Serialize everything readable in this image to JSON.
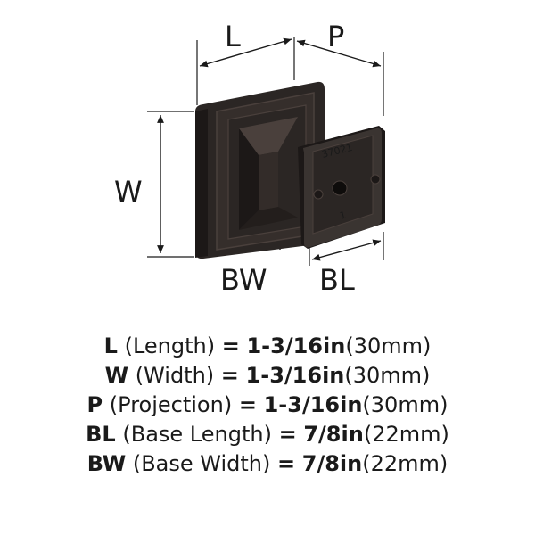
{
  "diagram": {
    "labels": {
      "length": "L",
      "projection": "P",
      "width": "W",
      "base_width": "BW",
      "base_length": "BL"
    },
    "part_number": "37021",
    "part_mark": "1"
  },
  "specs": [
    {
      "code": "L",
      "name": "(Length)",
      "eq": "=",
      "imperial": "1-3/16in",
      "metric": "(30mm)"
    },
    {
      "code": "W",
      "name": "(Width)",
      "eq": "=",
      "imperial": "1-3/16in",
      "metric": "(30mm)"
    },
    {
      "code": "P",
      "name": "(Projection)",
      "eq": "=",
      "imperial": "1-3/16in",
      "metric": "(30mm)"
    },
    {
      "code": "BL",
      "name": "(Base Length)",
      "eq": "=",
      "imperial": "7/8in",
      "metric": "(22mm)"
    },
    {
      "code": "BW",
      "name": "(Base Width)",
      "eq": "=",
      "imperial": "7/8in",
      "metric": "(22mm)"
    }
  ],
  "colors": {
    "finish": "#2b2624",
    "finish_dark": "#1c1817",
    "finish_light": "#4a403c",
    "base_plate": "#3a3431",
    "dimension_line": "#1a1a1a"
  }
}
